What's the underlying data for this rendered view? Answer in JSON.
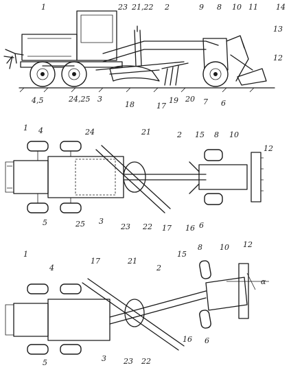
{
  "views": {
    "side": {
      "labels": [
        "1",
        "23",
        "21,22",
        "2",
        "9",
        "8",
        "10",
        "11",
        "14",
        "13",
        "12",
        "7",
        "6",
        "20",
        "19",
        "17",
        "18",
        "3",
        "24,25",
        "4,5"
      ]
    },
    "top": {
      "labels": [
        "1",
        "4",
        "24",
        "21",
        "2",
        "15",
        "8",
        "10",
        "12",
        "5",
        "25",
        "3",
        "23",
        "22",
        "17",
        "16",
        "6"
      ]
    },
    "turned": {
      "labels": [
        "1",
        "4",
        "17",
        "21",
        "2",
        "15",
        "8",
        "10",
        "12",
        "α",
        "5",
        "3",
        "23",
        "22",
        "16",
        "6"
      ]
    }
  },
  "colors": {
    "ink": "#1a1a1a",
    "paper": "#ffffff"
  }
}
